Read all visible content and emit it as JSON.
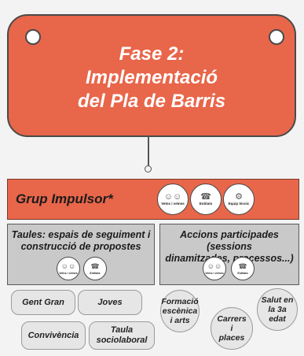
{
  "phase": {
    "title": "Fase 2:\nImplementació\ndel Pla de Barris"
  },
  "grup_impulsor": {
    "title": "Grup Impulsor*",
    "badges": [
      {
        "icon": "people-icon",
        "label": "Veïns i veïnes"
      },
      {
        "icon": "megaphone-icon",
        "label": "Entitats"
      },
      {
        "icon": "tech-team-icon",
        "label": "Equip tècnic"
      }
    ]
  },
  "taules": {
    "title": "Taules: espais de seguiment i\nconstrucció de propostes",
    "badges": [
      {
        "icon": "people-icon",
        "label": "Veïns i veïnes"
      },
      {
        "icon": "megaphone-icon",
        "label": "Entitats"
      }
    ],
    "items": [
      "Gent Gran",
      "Joves",
      "Convivència",
      "Taula\nsociolaboral"
    ]
  },
  "accions": {
    "title": "Accions participades (sessions\ndinamitzades, processos...)",
    "badges": [
      {
        "icon": "people-icon",
        "label": "Veïns i veïnes"
      },
      {
        "icon": "megaphone-icon",
        "label": "Entitats"
      }
    ],
    "items": [
      "Formació\nescènica\ni arts",
      "Carrers\ni\nplaces",
      "Salut en\nla 3a\nedat"
    ]
  }
}
